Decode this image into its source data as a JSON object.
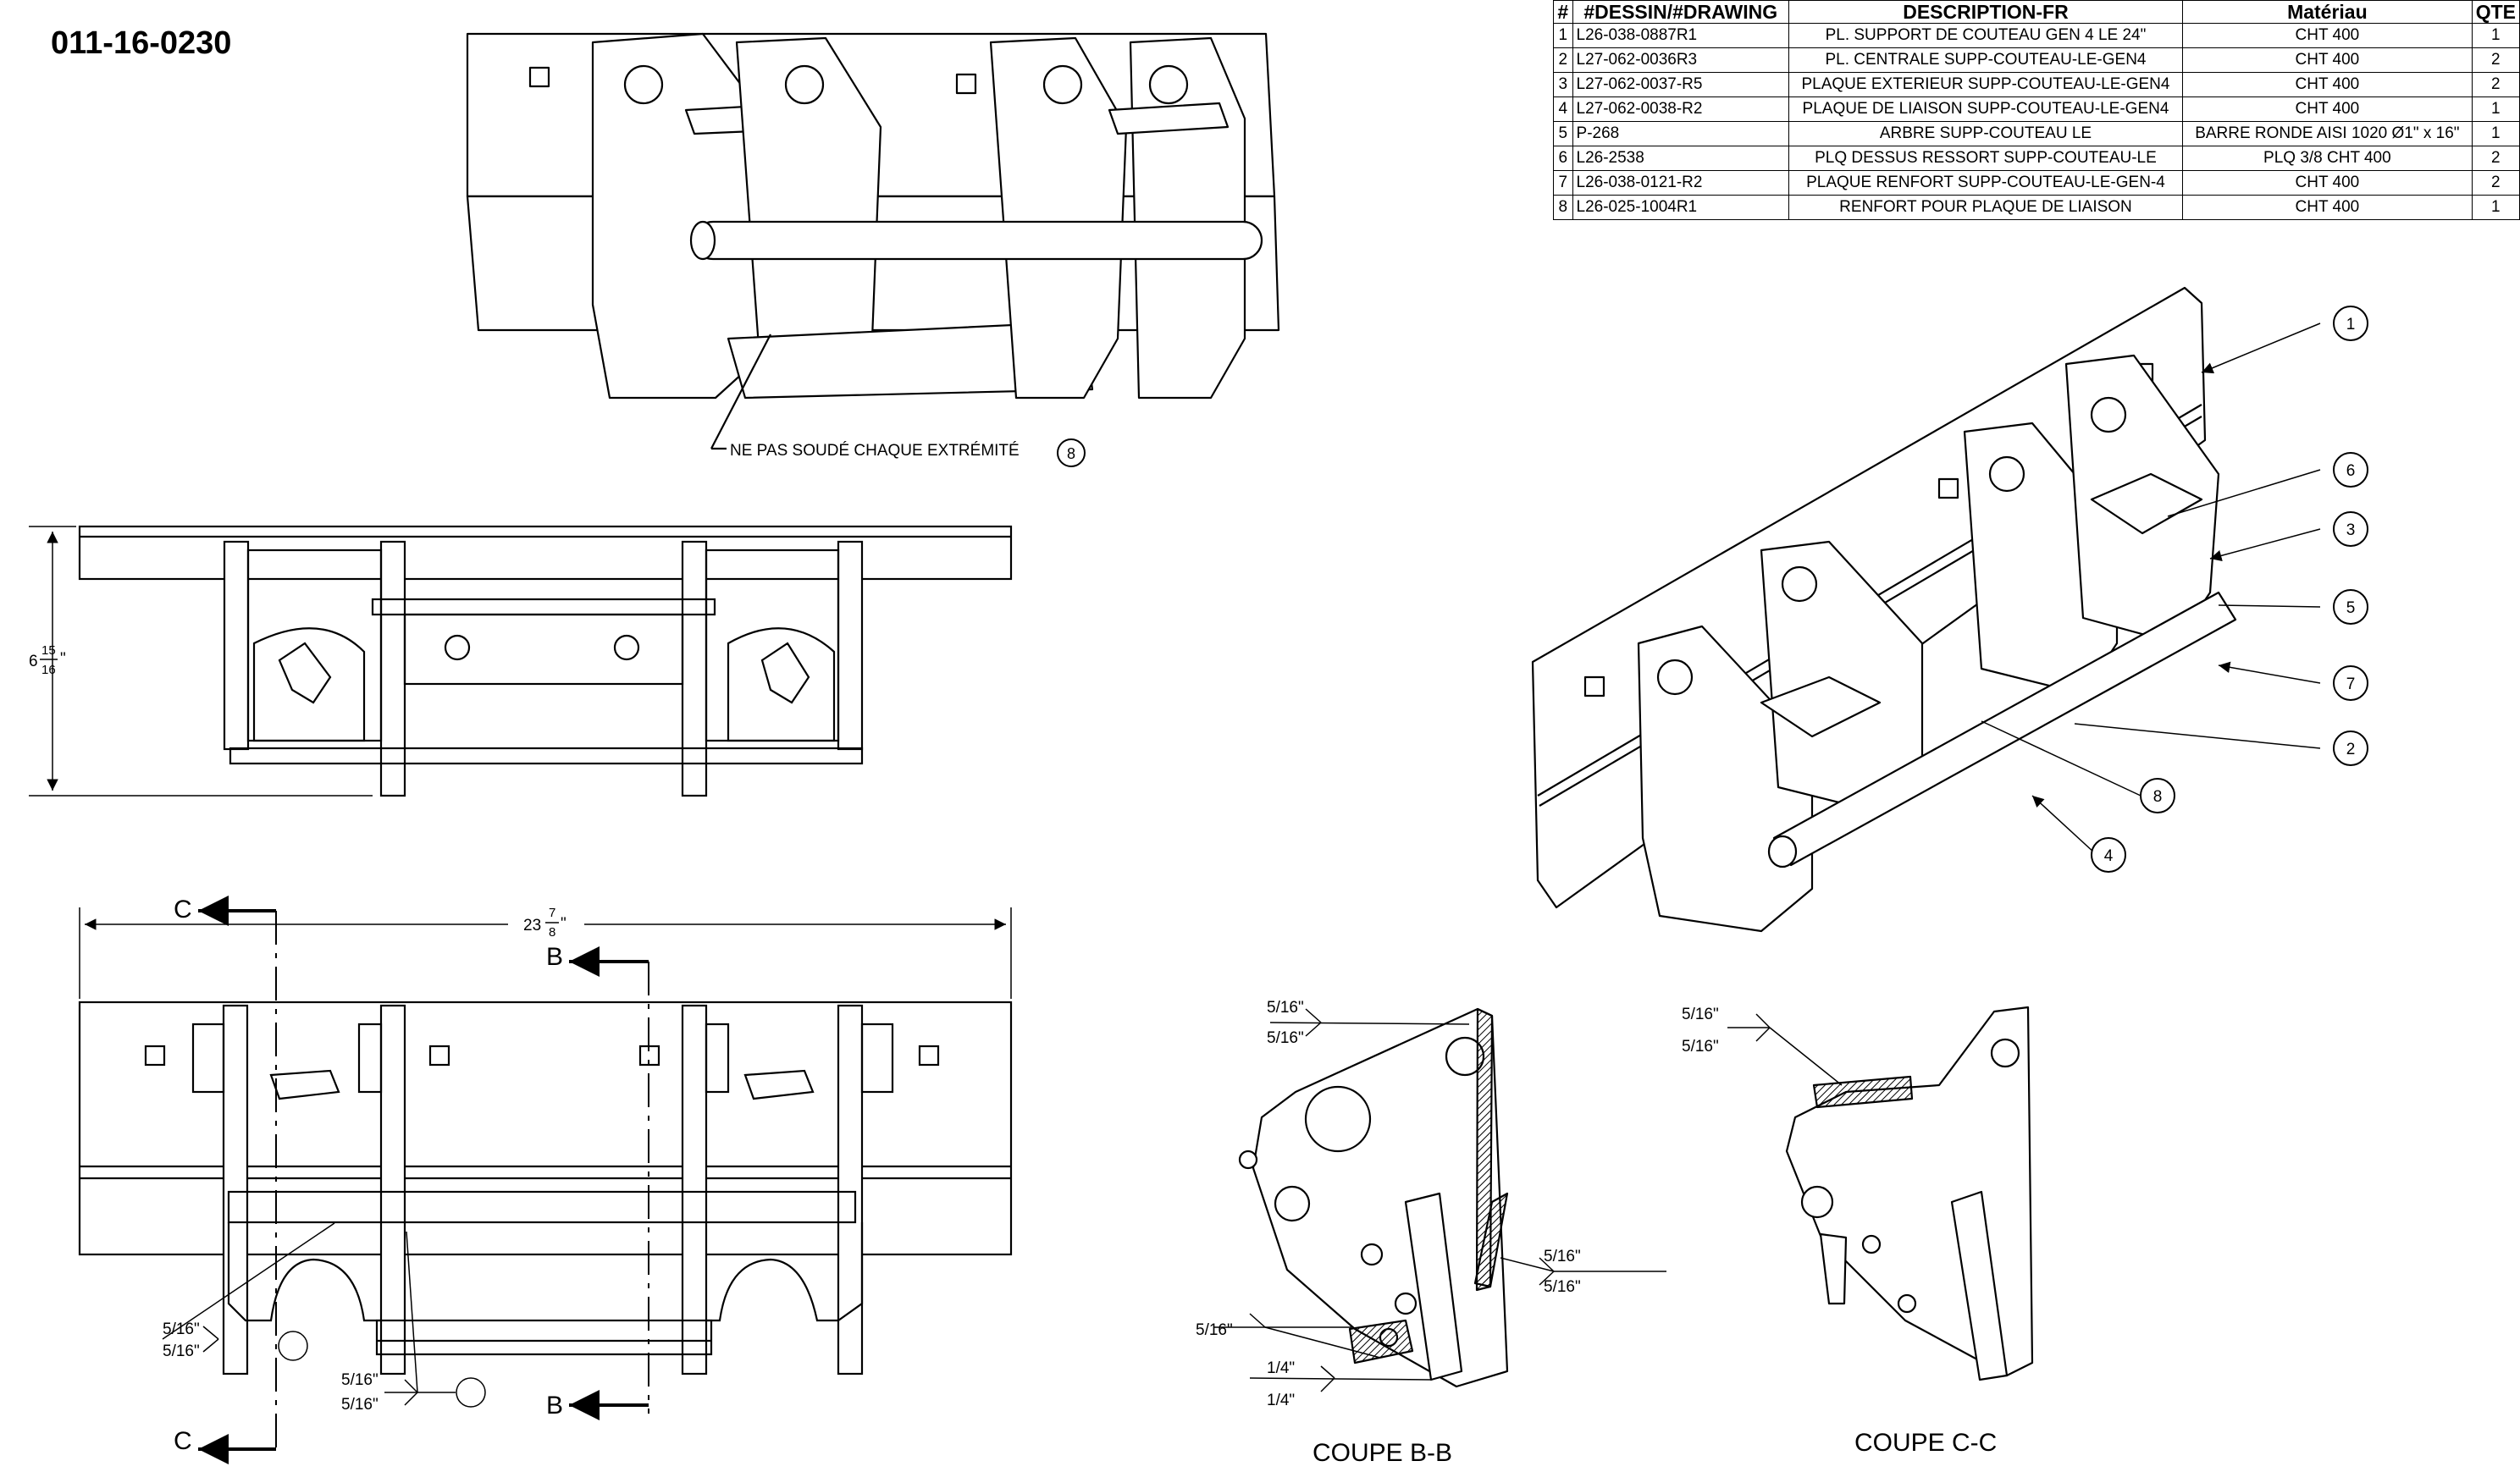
{
  "drawing_number": "011-16-0230",
  "bom": {
    "headers": [
      "#",
      "#DESSIN/#DRAWING",
      "DESCRIPTION-FR",
      "Matériau",
      "QTE"
    ],
    "rows": [
      {
        "num": "1",
        "drawing": "L26-038-0887R1",
        "desc": "PL. SUPPORT DE COUTEAU GEN 4 LE 24\"",
        "material": "CHT 400",
        "qty": "1"
      },
      {
        "num": "2",
        "drawing": "L27-062-0036R3",
        "desc": "PL. CENTRALE SUPP-COUTEAU-LE-GEN4",
        "material": "CHT 400",
        "qty": "2"
      },
      {
        "num": "3",
        "drawing": "L27-062-0037-R5",
        "desc": "PLAQUE EXTERIEUR SUPP-COUTEAU-LE-GEN4",
        "material": "CHT 400",
        "qty": "2"
      },
      {
        "num": "4",
        "drawing": "L27-062-0038-R2",
        "desc": "PLAQUE DE LIAISON SUPP-COUTEAU-LE-GEN4",
        "material": "CHT 400",
        "qty": "1"
      },
      {
        "num": "5",
        "drawing": "P-268",
        "desc": "ARBRE SUPP-COUTEAU LE",
        "material": "BARRE RONDE AISI 1020 Ø1\" x 16\"",
        "qty": "1"
      },
      {
        "num": "6",
        "drawing": "L26-2538",
        "desc": "PLQ DESSUS RESSORT SUPP-COUTEAU-LE",
        "material": "PLQ 3/8   CHT 400",
        "qty": "2"
      },
      {
        "num": "7",
        "drawing": "L26-038-0121-R2",
        "desc": "PLAQUE RENFORT SUPP-COUTEAU-LE-GEN-4",
        "material": "CHT 400",
        "qty": "2"
      },
      {
        "num": "8",
        "drawing": "L26-025-1004R1",
        "desc": "RENFORT POUR PLAQUE DE LIAISON",
        "material": "CHT 400",
        "qty": "1"
      }
    ]
  },
  "notes": {
    "no_weld": "NE PAS SOUDÉ CHAQUE EXTRÉMITÉ",
    "no_weld_balloon": "8"
  },
  "dimensions": {
    "height_whole": "6",
    "height_num": "15",
    "height_den": "16",
    "width_whole": "23",
    "width_num": "7",
    "width_den": "8",
    "inch": "\""
  },
  "welds": {
    "w516": "5/16\"",
    "w14": "1/4\""
  },
  "section_markers": {
    "c": "C",
    "b": "B"
  },
  "section_titles": {
    "bb": "COUPE B-B",
    "cc": "COUPE C-C"
  },
  "iso_balloons": [
    "1",
    "6",
    "3",
    "5",
    "7",
    "2",
    "8",
    "4"
  ]
}
